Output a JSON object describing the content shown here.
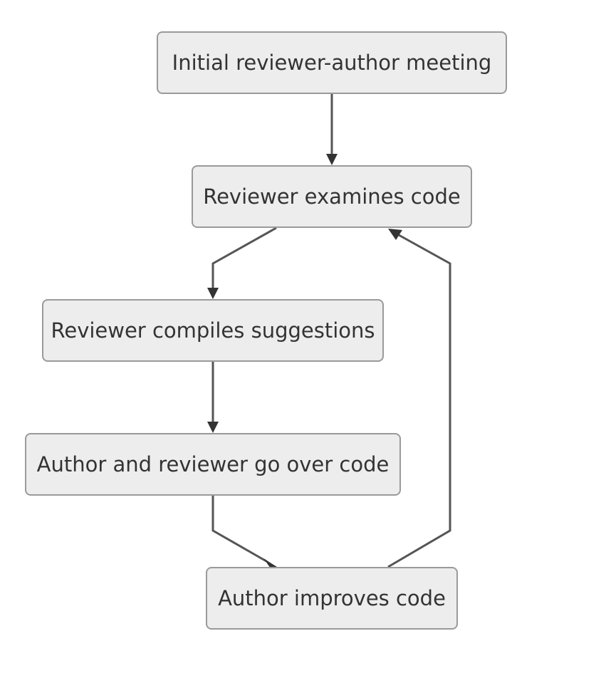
{
  "diagram": {
    "type": "flowchart",
    "colors": {
      "node_fill": "#ededed",
      "node_border": "#9a9a9a",
      "text": "#333333",
      "edge": "#555555"
    },
    "nodes": [
      {
        "id": "meeting",
        "label": "Initial reviewer-author meeting"
      },
      {
        "id": "examine",
        "label": "Reviewer examines code"
      },
      {
        "id": "compile",
        "label": "Reviewer compiles suggestions"
      },
      {
        "id": "goover",
        "label": "Author and reviewer go over code"
      },
      {
        "id": "improve",
        "label": "Author improves code"
      }
    ],
    "edges": [
      {
        "from": "meeting",
        "to": "examine"
      },
      {
        "from": "examine",
        "to": "compile"
      },
      {
        "from": "compile",
        "to": "goover"
      },
      {
        "from": "goover",
        "to": "improve"
      },
      {
        "from": "improve",
        "to": "examine"
      }
    ]
  }
}
